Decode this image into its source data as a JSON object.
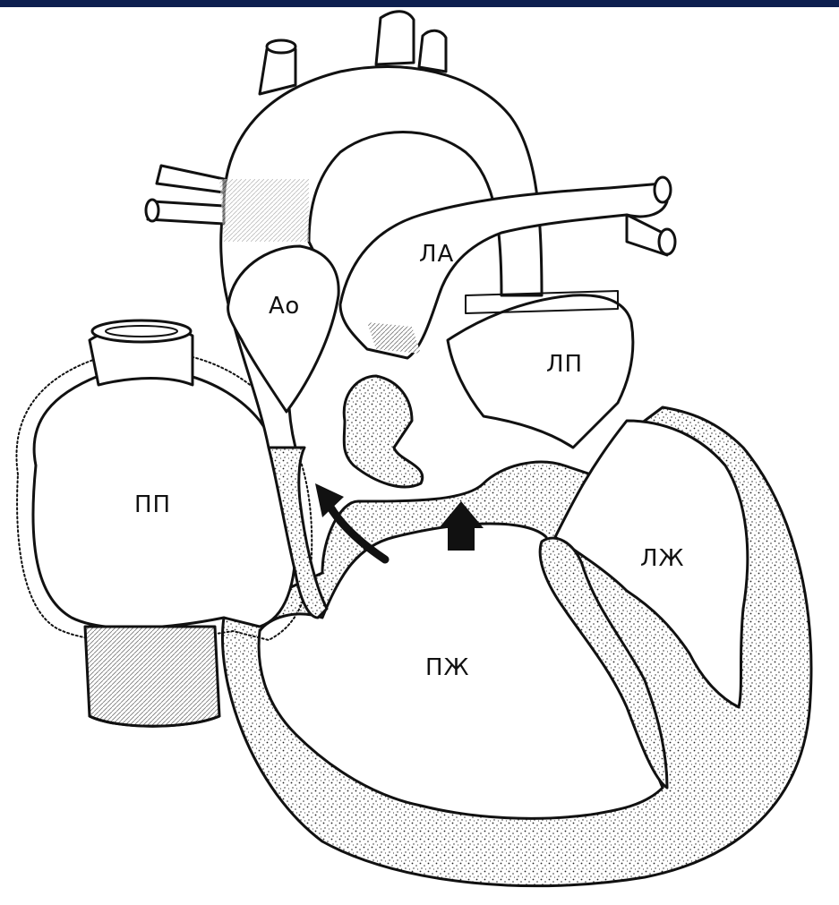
{
  "diagram": {
    "labels": {
      "aorta": "Ao",
      "pulmonary_artery": "ЛА",
      "left_atrium": "ЛП",
      "right_atrium": "ПП",
      "left_ventricle": "ЛЖ",
      "right_ventricle": "ПЖ"
    },
    "icons": {
      "curved_arrow": "curved-flow-arrow-icon",
      "up_arrow": "up-arrow-icon"
    },
    "colors": {
      "ink": "#111111",
      "background": "#ffffff",
      "top_bar": "#0d1f4f"
    }
  }
}
